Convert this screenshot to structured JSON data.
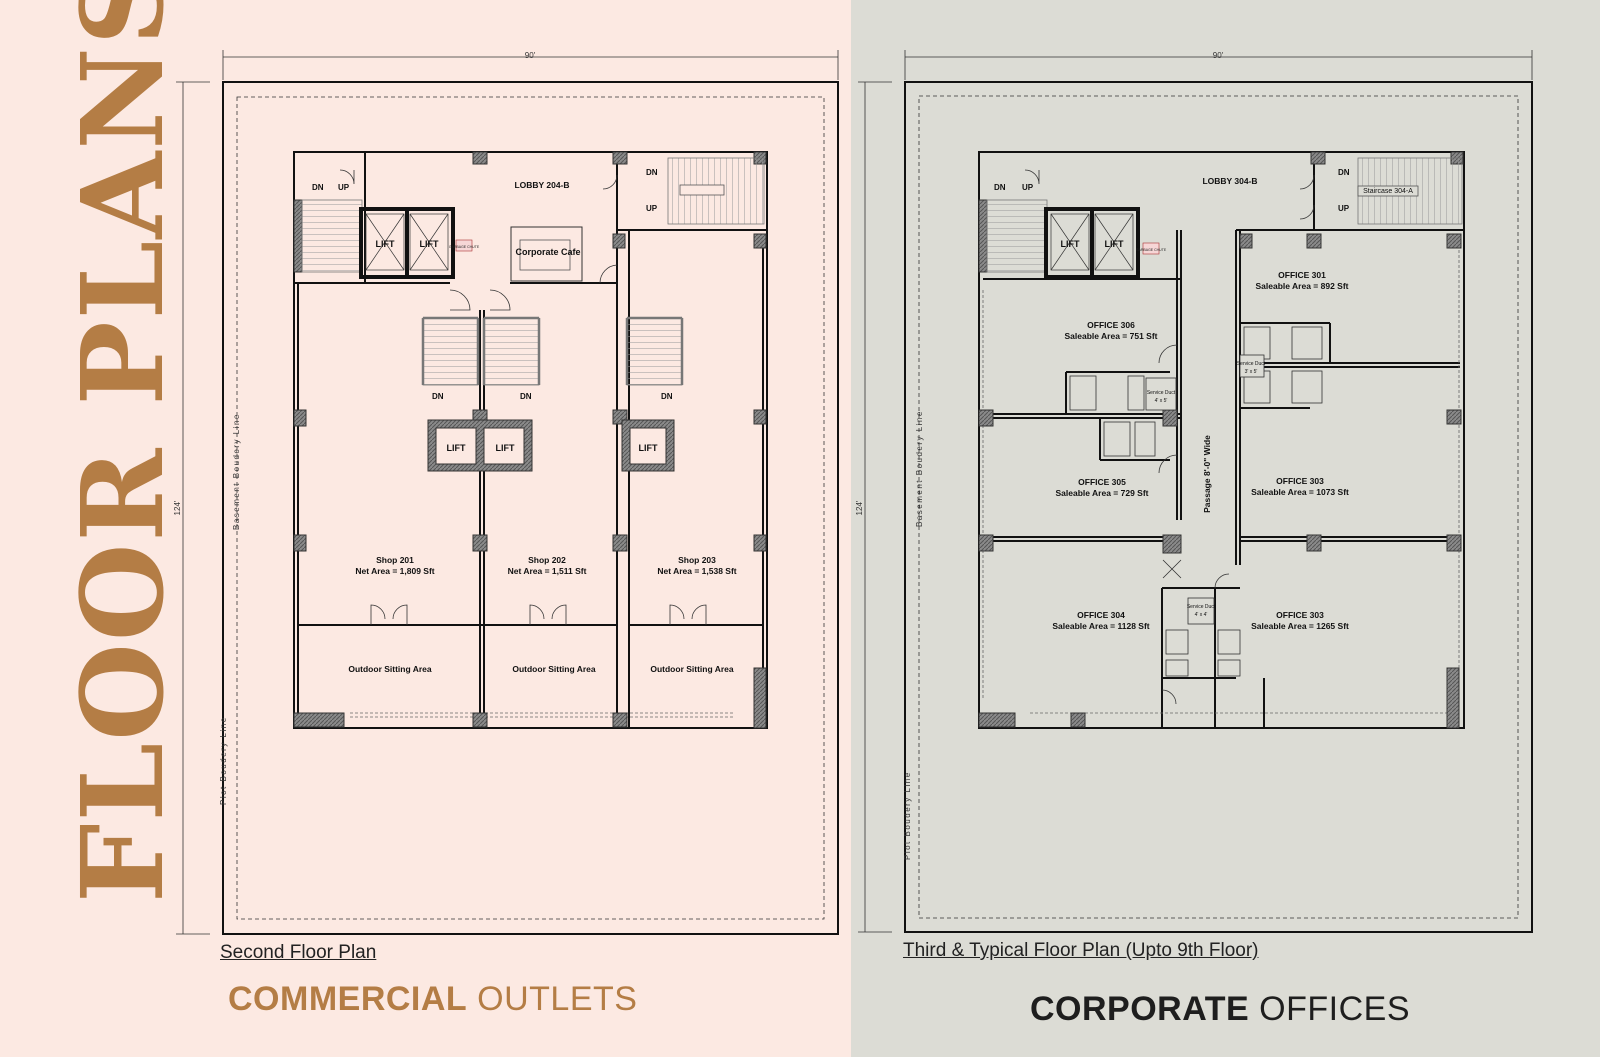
{
  "vertical_title": "FLOOR PLANS",
  "left": {
    "width_dim": "90'",
    "height_dim": "124'",
    "plot_line": "Plot Boudery Line",
    "basement_line": "Basement Boudery Line",
    "lobby": "LOBBY 204-B",
    "cafe": "Corporate Cafe",
    "lift": "LIFT",
    "garbage": "GARBAGE CHUTE",
    "dn": "DN",
    "up": "UP",
    "shops": [
      {
        "name": "Shop 201",
        "area": "Net Area = 1,809 Sft"
      },
      {
        "name": "Shop 202",
        "area": "Net Area = 1,511 Sft"
      },
      {
        "name": "Shop 203",
        "area": "Net Area = 1,538 Sft"
      }
    ],
    "outdoor": "Outdoor Sitting Area",
    "caption": "Second Floor Plan",
    "heading_bold": "COMMERCIAL",
    "heading_light": "OUTLETS",
    "heading_color": "#b47d45"
  },
  "right": {
    "width_dim": "90'",
    "height_dim": "124'",
    "plot_line": "Plot Boudery Line",
    "basement_line": "Basement Boudery Line",
    "lobby": "LOBBY 304-B",
    "staircase": "Staircase 304-A",
    "lift": "LIFT",
    "garbage": "GARBAGE CHUTE",
    "dn": "DN",
    "up": "UP",
    "offices": [
      {
        "name": "OFFICE 301",
        "area": "Saleable Area = 892 Sft"
      },
      {
        "name": "OFFICE 306",
        "area": "Saleable Area = 751 Sft"
      },
      {
        "name": "OFFICE 305",
        "area": "Saleable Area = 729 Sft"
      },
      {
        "name": "OFFICE 303",
        "area": "Saleable Area = 1073 Sft"
      },
      {
        "name": "OFFICE 304",
        "area": "Saleable Area = 1128 Sft"
      },
      {
        "name": "OFFICE 303",
        "area": "Saleable Area = 1265 Sft"
      }
    ],
    "passage": "Passage 8'-0\" Wide",
    "duct1_name": "Service Duct",
    "duct1_size": "4' x 5'",
    "duct2_name": "Service Duct",
    "duct2_size": "3' x 5'",
    "duct3_name": "Service Duct",
    "duct3_size": "4' x 4'",
    "caption": "Third & Typical Floor Plan (Upto 9th Floor)",
    "heading_bold": "CORPORATE",
    "heading_light": "OFFICES",
    "heading_color": "#1e1e1e"
  }
}
